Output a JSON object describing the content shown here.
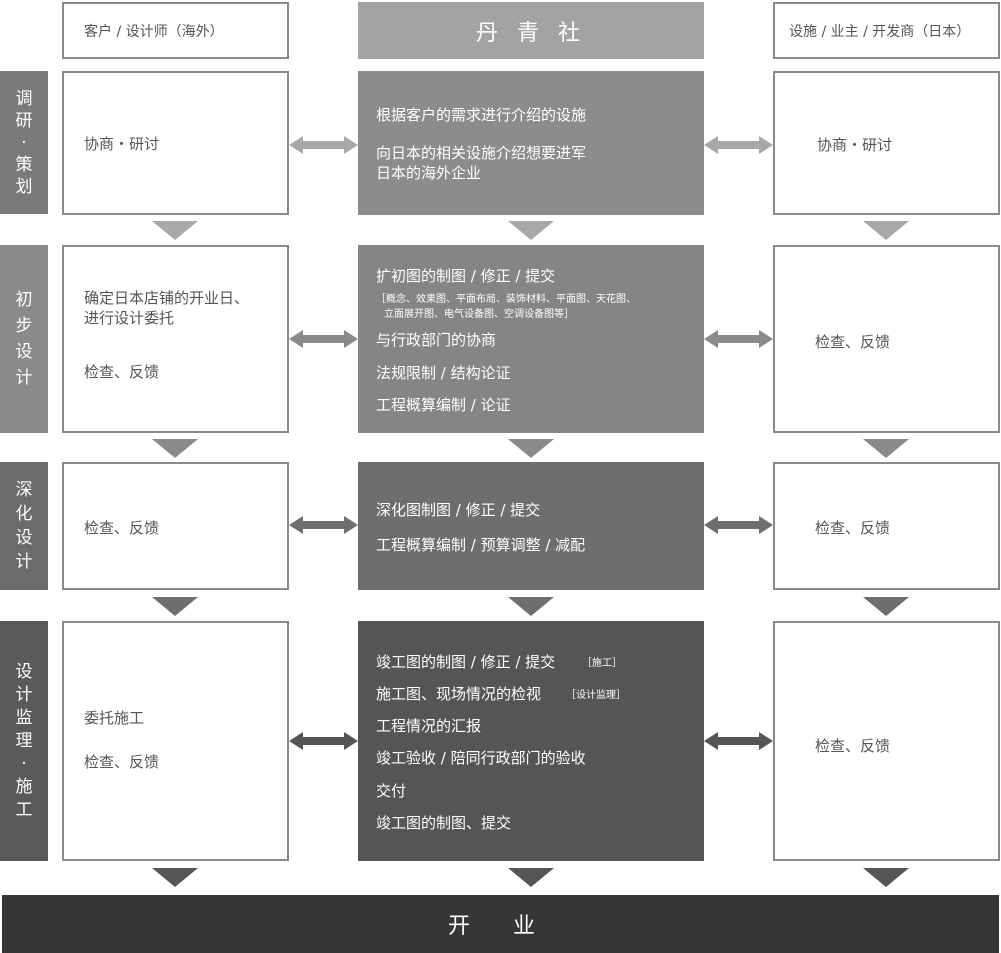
{
  "headers": {
    "left": "客户 / 设计师（海外）",
    "center": "丹 青 社",
    "right": "设施 / 业主 / 开发商（日本）"
  },
  "stages": [
    {
      "label_chars": [
        "调",
        "研",
        "·",
        "策",
        "划"
      ],
      "left_lines": [
        "协商・研讨"
      ],
      "mid_lines": [
        "根据客户的需求进行介绍的设施",
        "向日本的相关设施介绍想要进军",
        "日本的海外企业"
      ],
      "right_lines": [
        "协商・研讨"
      ]
    },
    {
      "label_chars": [
        "初",
        "步",
        "设",
        "计"
      ],
      "left_lines": [
        "确定日本店铺的开业日、",
        "进行设计委托",
        "检查、反馈"
      ],
      "mid_lines": [
        "扩初图的制图 / 修正 / 提交",
        "［概念、效果图、平面布局、装饰材料、平面图、天花图、",
        "立面展开图、电气设备图、空调设备图等］",
        "与行政部门的协商",
        "法规限制 / 结构论证",
        "工程概算编制 / 论证"
      ],
      "right_lines": [
        "检查、反馈"
      ]
    },
    {
      "label_chars": [
        "深",
        "化",
        "设",
        "计"
      ],
      "left_lines": [
        "检查、反馈"
      ],
      "mid_lines": [
        "深化图制图 / 修正 / 提交",
        "工程概算编制 / 预算调整 / 减配"
      ],
      "right_lines": [
        "检查、反馈"
      ]
    },
    {
      "label_chars": [
        "设",
        "计",
        "监",
        "理",
        "·",
        "施",
        "工"
      ],
      "left_lines": [
        "委托施工",
        "检查、反馈"
      ],
      "mid_lines": [
        "竣工图的制图 / 修正 / 提交",
        "［施工］",
        "施工图、现场情况的检视",
        "［设计监理］",
        "工程情况的汇报",
        "竣工验收 / 陪同行政部门的验收",
        "交付",
        "竣工图的制图、提交"
      ],
      "right_lines": [
        "检查、反馈"
      ]
    }
  ],
  "footer": "开 业",
  "colors": {
    "stage_bg": [
      "#7a7a7a",
      "#8a8a8a",
      "#6c6c6c",
      "#5a5a5a"
    ],
    "mid_bg": [
      "#8c8c8c",
      "#858585",
      "#6e6e6e",
      "#555555"
    ],
    "arrow": [
      "#a8a8a8",
      "#8a8a8a",
      "#6e6e6e",
      "#555555"
    ],
    "footer_bg": "#363636"
  }
}
